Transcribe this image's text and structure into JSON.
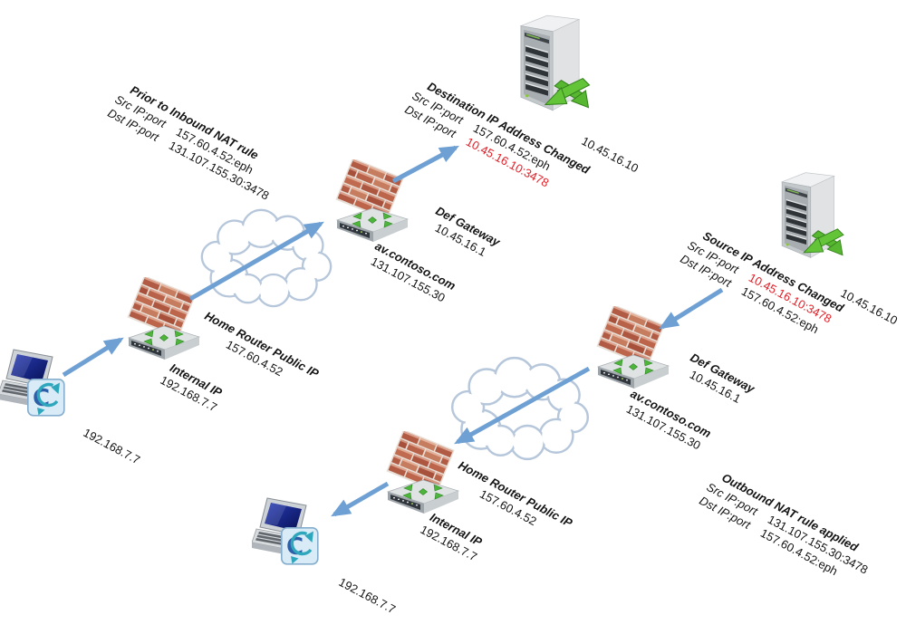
{
  "colors": {
    "arrow_blue": "#6FA0D3",
    "alert_red": "#E41E26",
    "text": "#141414"
  },
  "blocks": {
    "prior": {
      "title": "Prior to Inbound NAT rule",
      "src_label": "Src IP:port",
      "src_value": "157.60.4.52:eph",
      "dst_label": "Dst IP:port",
      "dst_value": "131.107.155.30:3478"
    },
    "dest_changed": {
      "title": "Destination IP Address Changed",
      "src_label": "Src IP:port",
      "src_value": "157.60.4.52:eph",
      "dst_label": "Dst IP:port",
      "dst_value": "10.45.16.10:3478"
    },
    "source_changed": {
      "title": "Source IP Address Changed",
      "src_label": "Src IP:port",
      "src_value": "10.45.16.10:3478",
      "dst_label": "Dst IP:port",
      "dst_value": "157.60.4.52:eph"
    },
    "outbound": {
      "title": "Outbound NAT rule applied",
      "src_label": "Src IP:port",
      "src_value": "131.107.155.30:3478",
      "dst_label": "Dst IP:port",
      "dst_value": "157.60.4.52:eph"
    }
  },
  "nodes": {
    "def_gateway_top": {
      "name": "Def Gateway",
      "ip": "10.45.16.1"
    },
    "av_edge_top": {
      "name": "av.contoso.com",
      "ip": "131.107.155.30"
    },
    "home_router_top": {
      "name": "Home Router Public IP",
      "ip": "157.60.4.52"
    },
    "internal_top": {
      "name": "Internal IP",
      "ip": "192.168.7.7"
    },
    "laptop_top": {
      "ip": "192.168.7.7"
    },
    "server_top": {
      "ip": "10.45.16.10"
    },
    "def_gateway_bottom": {
      "name": "Def Gateway",
      "ip": "10.45.16.1"
    },
    "av_edge_bottom": {
      "name": "av.contoso.com",
      "ip": "131.107.155.30"
    },
    "home_router_bottom": {
      "name": "Home Router Public IP",
      "ip": "157.60.4.52"
    },
    "internal_bottom": {
      "name": "Internal IP",
      "ip": "192.168.7.7"
    },
    "laptop_bottom": {
      "ip": "192.168.7.7"
    },
    "server_bottom": {
      "ip": "10.45.16.10"
    }
  },
  "icons": [
    "laptop-icon",
    "lync-client-icon",
    "firewall-router-icon",
    "server-icon",
    "cloud-icon",
    "flow-arrow"
  ]
}
